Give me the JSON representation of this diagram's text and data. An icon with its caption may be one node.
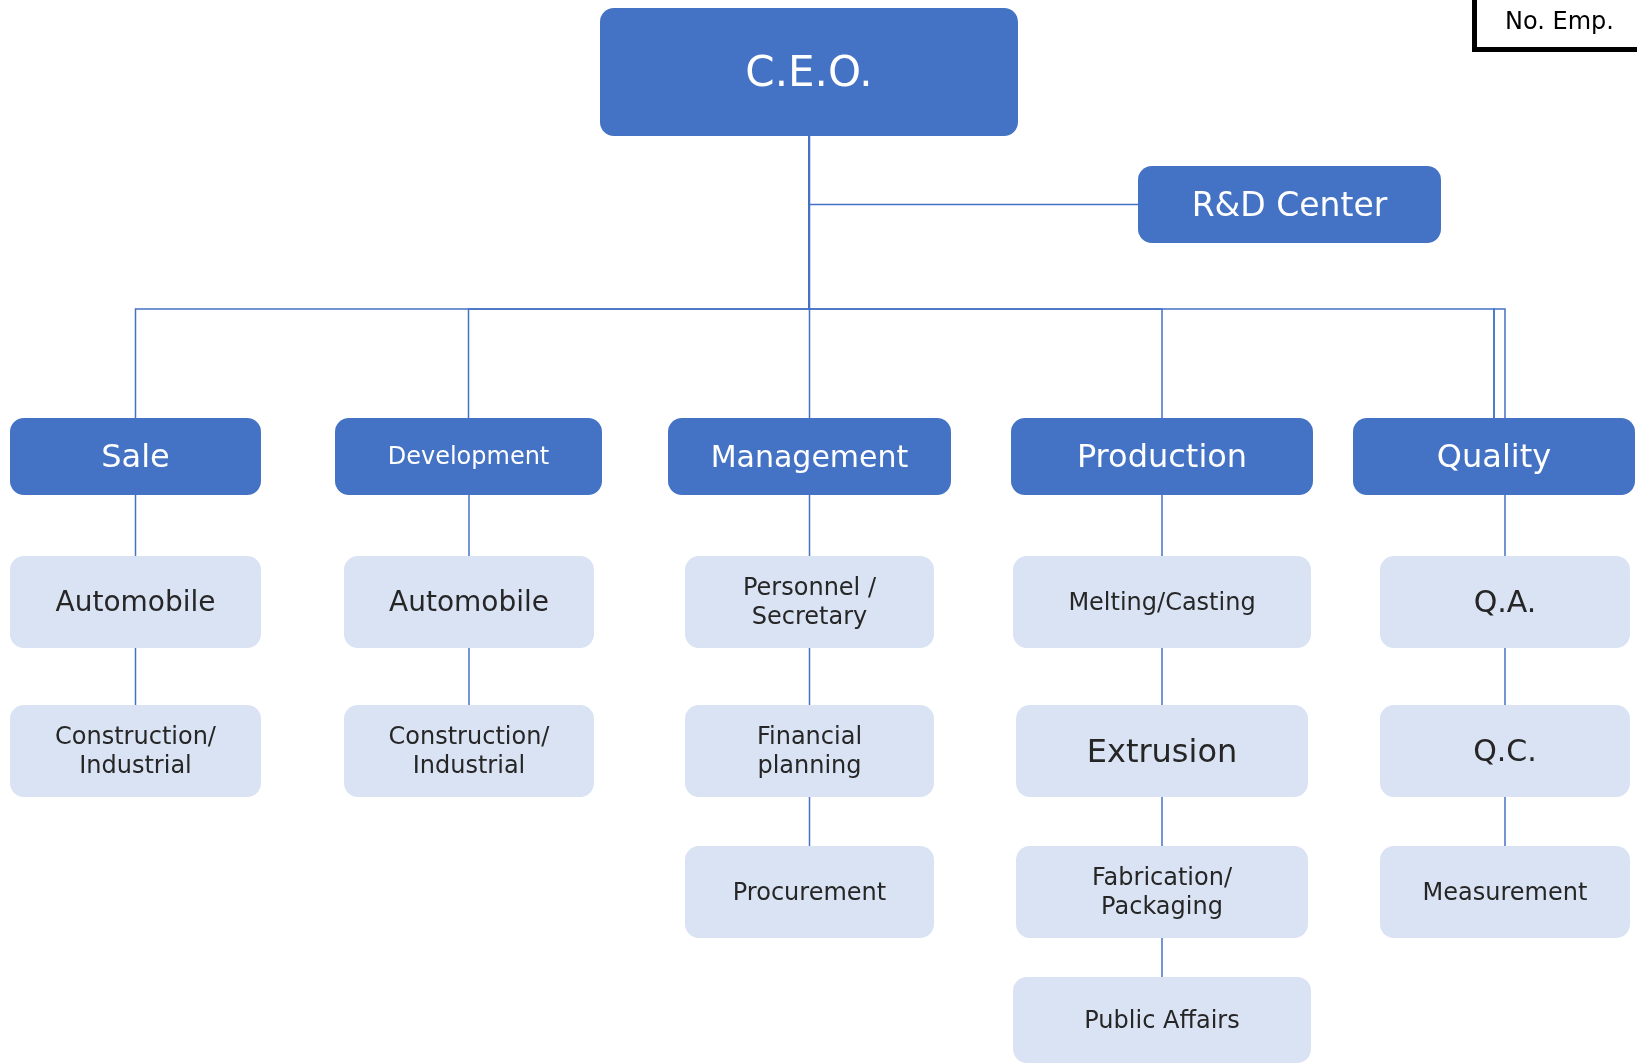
{
  "diagram": {
    "nodes": [
      {
        "text": [
          "C.E.O."
        ]
      },
      {
        "text": [
          "No. Emp."
        ]
      },
      {
        "text": [
          "R&D Center"
        ]
      },
      {
        "text": [
          "Sale"
        ]
      },
      {
        "text": [
          "Development"
        ]
      },
      {
        "text": [
          "Management"
        ]
      },
      {
        "text": [
          "Production"
        ]
      },
      {
        "text": [
          "Quality"
        ]
      },
      {
        "text": [
          "Automobile"
        ]
      },
      {
        "text": [
          "Automobile"
        ]
      },
      {
        "text": [
          "Personnel / Secretary"
        ]
      },
      {
        "text": [
          "Melting/Casting"
        ]
      },
      {
        "text": [
          "Q.A."
        ]
      },
      {
        "text": [
          "Construction/ Industrial"
        ]
      },
      {
        "text": [
          "Construction/ Industrial"
        ]
      },
      {
        "text": [
          "Financial planning"
        ]
      },
      {
        "text": [
          "Extrusion"
        ]
      },
      {
        "text": [
          "Q.C."
        ]
      },
      {
        "text": [
          "Procurement"
        ]
      },
      {
        "text": [
          "Fabrication/ Packaging"
        ]
      },
      {
        "text": [
          "Measurement"
        ]
      },
      {
        "text": [
          "Public Affairs"
        ]
      }
    ],
    "edges": [
      {
        "from": 0,
        "to": 2,
        "arrow": "none"
      },
      {
        "from": 0,
        "to": 3,
        "arrow": "none"
      },
      {
        "from": 0,
        "to": 4,
        "arrow": "none"
      },
      {
        "from": 0,
        "to": 5,
        "arrow": "none"
      },
      {
        "from": 0,
        "to": 6,
        "arrow": "none"
      },
      {
        "from": 0,
        "to": 7,
        "arrow": "none"
      },
      {
        "from": 3,
        "to": 8,
        "arrow": "none"
      },
      {
        "from": 8,
        "to": 13,
        "arrow": "none"
      },
      {
        "from": 4,
        "to": 9,
        "arrow": "none"
      },
      {
        "from": 9,
        "to": 14,
        "arrow": "none"
      },
      {
        "from": 5,
        "to": 10,
        "arrow": "none"
      },
      {
        "from": 10,
        "to": 15,
        "arrow": "none"
      },
      {
        "from": 15,
        "to": 18,
        "arrow": "none"
      },
      {
        "from": 6,
        "to": 11,
        "arrow": "none"
      },
      {
        "from": 11,
        "to": 16,
        "arrow": "none"
      },
      {
        "from": 16,
        "to": 19,
        "arrow": "none"
      },
      {
        "from": 19,
        "to": 21,
        "arrow": "none"
      },
      {
        "from": 7,
        "to": 12,
        "arrow": "none"
      },
      {
        "from": 12,
        "to": 17,
        "arrow": "none"
      },
      {
        "from": 17,
        "to": 20,
        "arrow": "none"
      }
    ]
  }
}
